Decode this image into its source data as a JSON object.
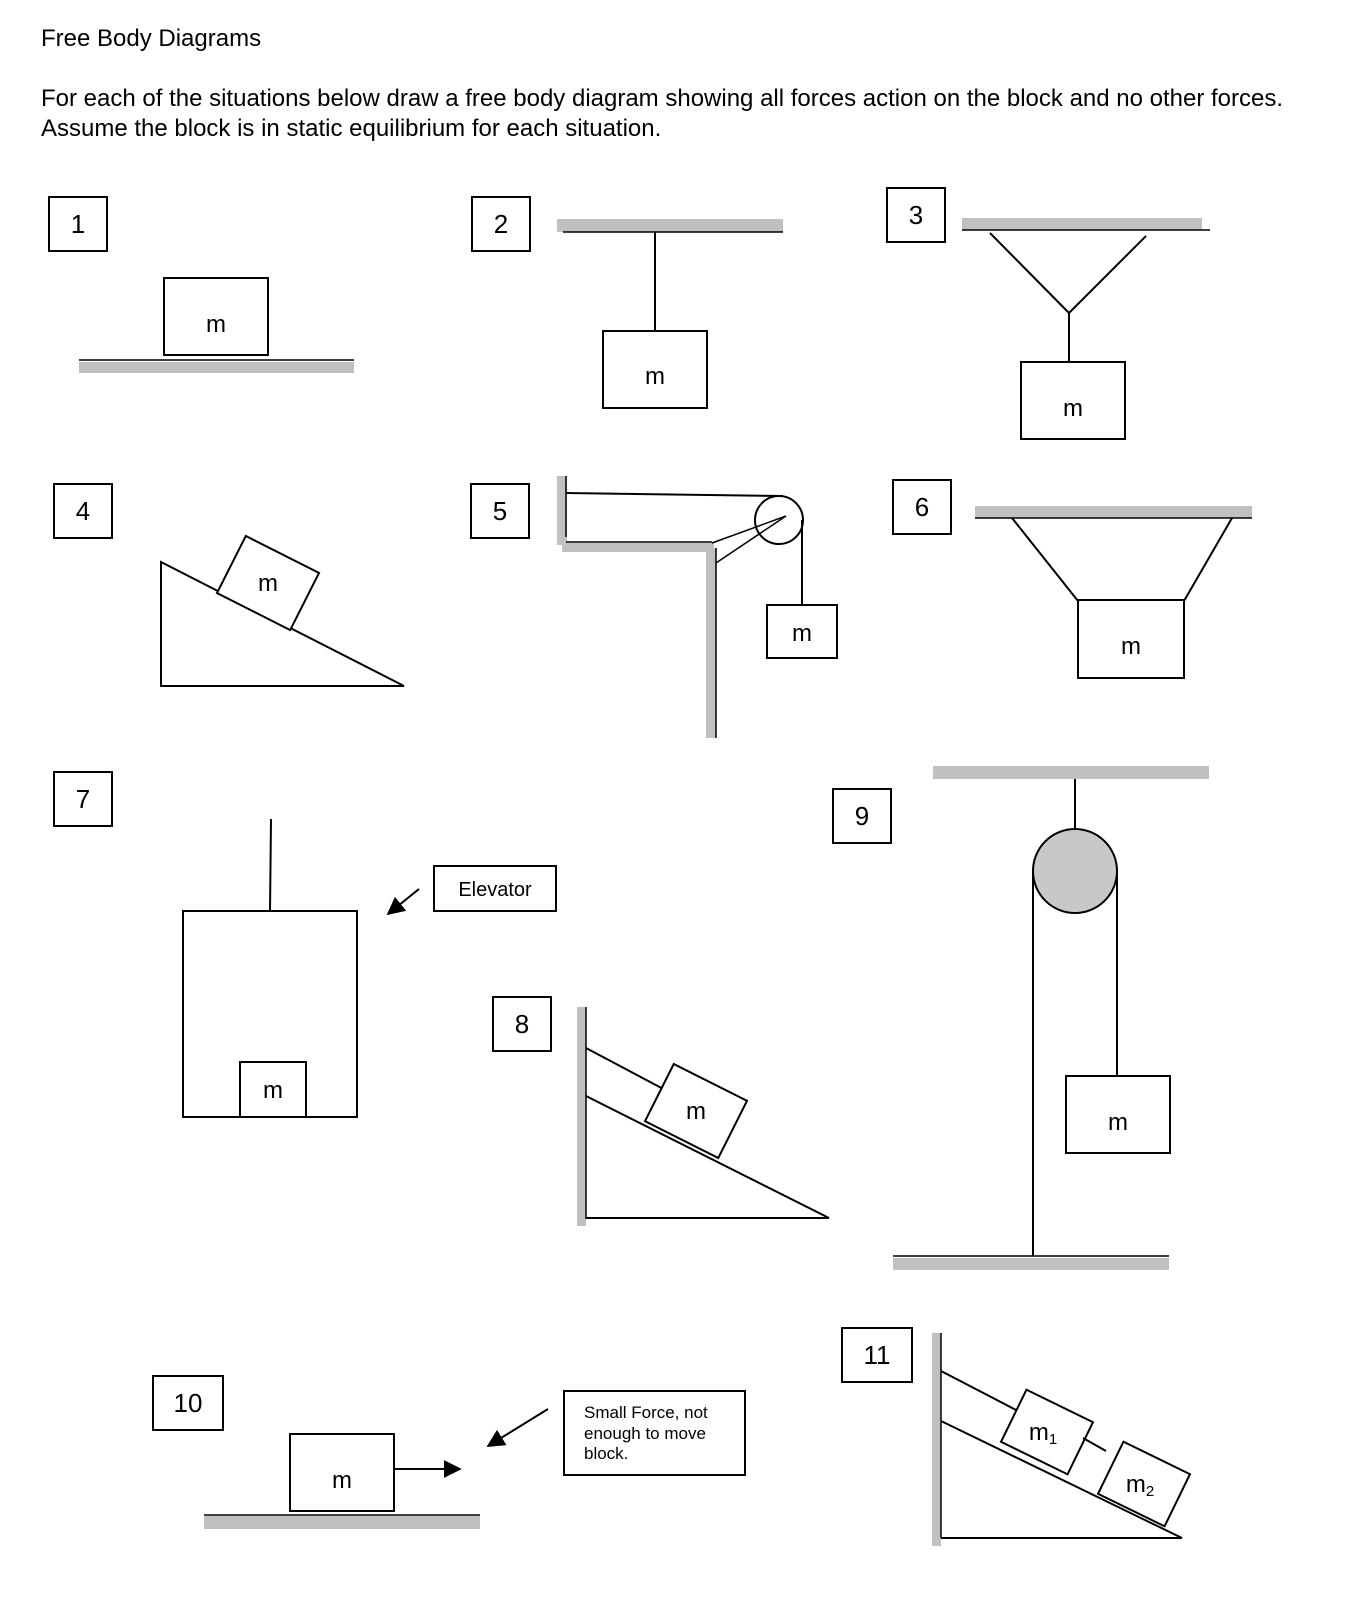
{
  "header": {
    "title": "Free Body Diagrams",
    "instructions": "For each of the situations below draw a free body diagram showing all forces action on the block and no other forces. Assume the block is in static equilibrium for each situation."
  },
  "problems": [
    {
      "number": "1",
      "mass": "m"
    },
    {
      "number": "2",
      "mass": "m"
    },
    {
      "number": "3",
      "mass": "m"
    },
    {
      "number": "4",
      "mass": "m"
    },
    {
      "number": "5",
      "mass": "m"
    },
    {
      "number": "6",
      "mass": "m"
    },
    {
      "number": "7",
      "mass": "m",
      "callout": "Elevator"
    },
    {
      "number": "8",
      "mass": "m"
    },
    {
      "number": "9",
      "mass": "m"
    },
    {
      "number": "10",
      "mass": "m",
      "callout_lines": [
        "Small Force, not",
        "enough to move",
        "block."
      ]
    },
    {
      "number": "11",
      "mass_1": "m",
      "mass_1_sub": "1",
      "mass_2": "m",
      "mass_2_sub": "2"
    }
  ],
  "colors": {
    "surface": "#c0c0c0",
    "line": "#000000",
    "pulley_fill": "#c8c8c8"
  }
}
